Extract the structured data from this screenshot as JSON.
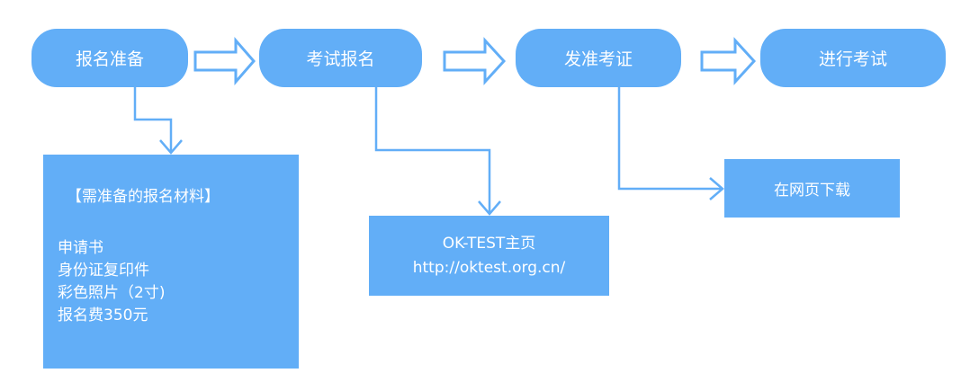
{
  "steps": [
    {
      "label": "报名准备"
    },
    {
      "label": "考试报名"
    },
    {
      "label": "发准考证"
    },
    {
      "label": "进行考试"
    }
  ],
  "notes": {
    "materials": {
      "title": "【需准备的报名材料】",
      "items": [
        "申请书",
        "身份证复印件",
        "彩色照片（2寸)",
        "报名费350元"
      ]
    },
    "homepage": {
      "line1": "OK-TEST主页",
      "line2": "http://oktest.org.cn/"
    },
    "download": {
      "label": "在网页下载"
    }
  },
  "colors": {
    "fill": "#62aef7",
    "stroke": "#62aef7",
    "text": "#ffffff"
  }
}
